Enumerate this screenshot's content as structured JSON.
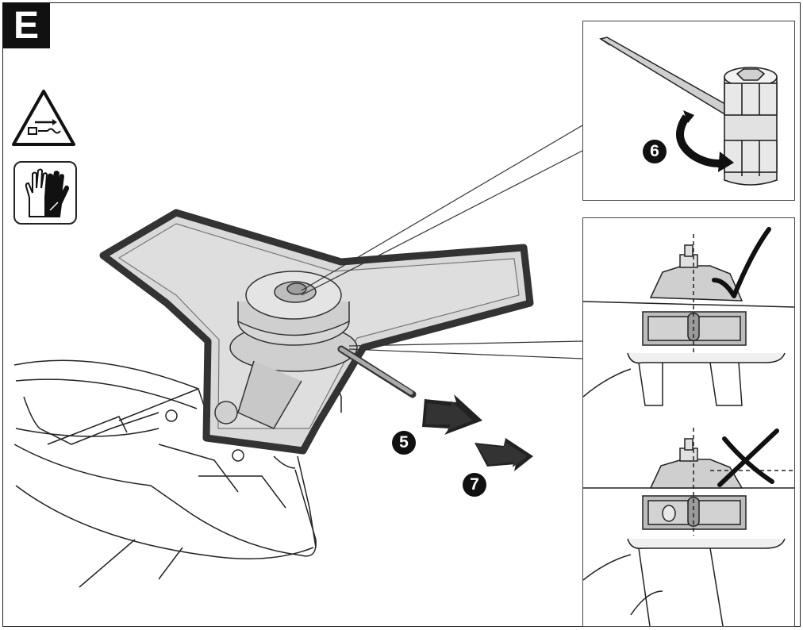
{
  "section": {
    "label": "E"
  },
  "steps": {
    "insert": "5",
    "tighten": "6",
    "remove": "7"
  },
  "icons": {
    "warning": "unplug-before-maintenance-warning-icon",
    "gloves": "wear-gloves-icon",
    "correct": "checkmark-icon",
    "incorrect": "cross-mark-icon",
    "rotate": "clockwise-rotation-arrow-icon"
  },
  "colors": {
    "ink": "#111111",
    "blade_fill": "#d9d9d9",
    "blade_edge": "#555555",
    "arrow": "#333333"
  }
}
